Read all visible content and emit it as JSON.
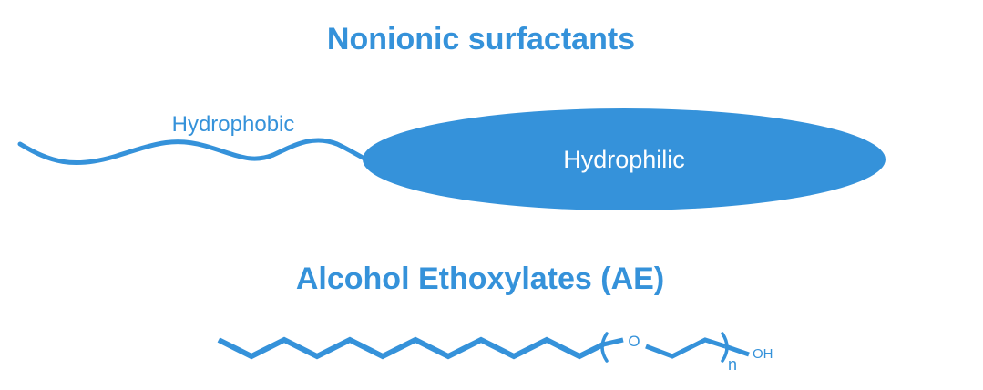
{
  "colors": {
    "accent": "#3592DA",
    "text_on_accent": "#FFFFFF",
    "background": "#FFFFFF"
  },
  "top_section": {
    "title": "Nonionic surfactants",
    "tail_label": "Hydrophobic",
    "head_label": "Hydrophilic"
  },
  "bottom_section": {
    "title": "Alcohol Ethoxylates (AE)",
    "oxygen_label": "O",
    "repeat_subscript": "n",
    "end_group_label": "OH"
  }
}
